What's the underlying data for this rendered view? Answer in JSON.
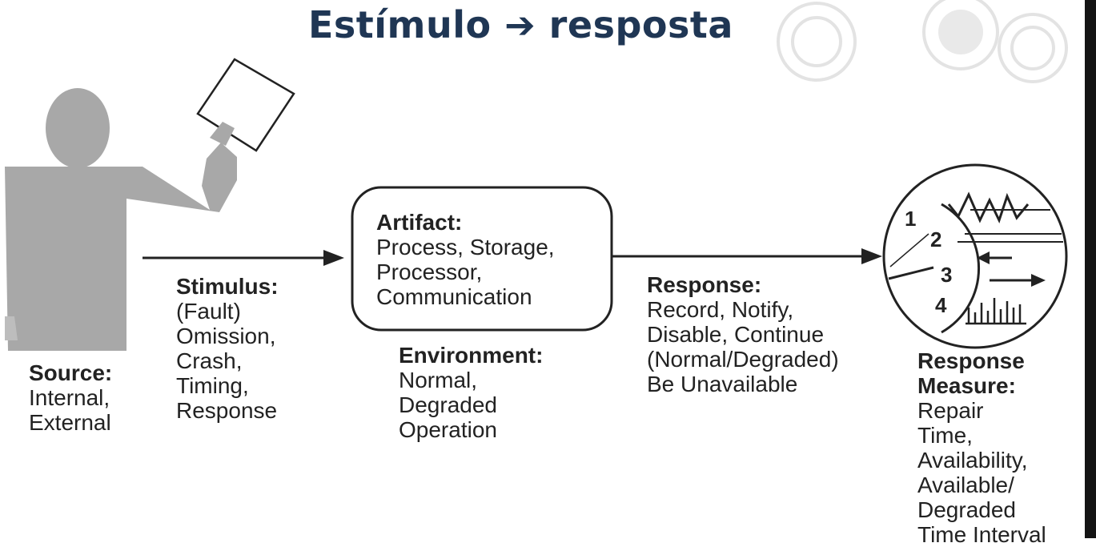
{
  "title": "Estímulo ➔ resposta",
  "source": {
    "label": "Source:",
    "lines": [
      "Internal,",
      "External"
    ]
  },
  "stimulus": {
    "label": "Stimulus:",
    "lines": [
      "(Fault)",
      "Omission,",
      "Crash,",
      "Timing,",
      "Response"
    ]
  },
  "artifact": {
    "label": "Artifact:",
    "lines": [
      "Process, Storage,",
      "Processor,",
      "Communication"
    ]
  },
  "environment": {
    "label": "Environment:",
    "lines": [
      "Normal,",
      "Degraded",
      "Operation"
    ]
  },
  "response": {
    "label": "Response:",
    "lines": [
      "Record, Notify,",
      "Disable, Continue",
      "(Normal/Degraded)",
      "Be Unavailable"
    ]
  },
  "response_measure": {
    "label_1": "Response",
    "label_2": "Measure:",
    "lines": [
      "Repair",
      "Time,",
      "Availability,",
      "Available/",
      "Degraded",
      "Time Interval"
    ]
  },
  "gauge_numbers": [
    "1",
    "2",
    "3",
    "4"
  ]
}
